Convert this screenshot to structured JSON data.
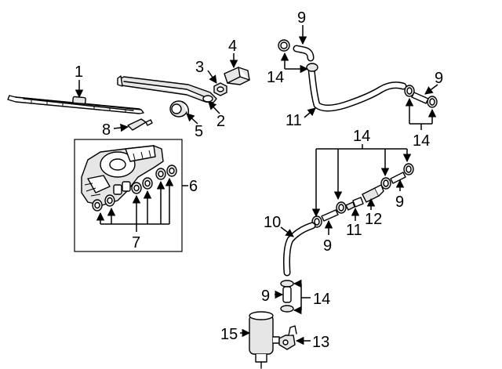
{
  "callouts": {
    "c1": "1",
    "c2": "2",
    "c3": "3",
    "c4": "4",
    "c5": "5",
    "c6": "6",
    "c7": "7",
    "c8": "8",
    "c9a": "9",
    "c9b": "9",
    "c9c": "9",
    "c9d": "9",
    "c9e": "9",
    "c10": "10",
    "c11a": "11",
    "c11b": "11",
    "c12": "12",
    "c13": "13",
    "c14a": "14",
    "c14b": "14",
    "c14c": "14",
    "c14d": "14",
    "c15": "15"
  }
}
